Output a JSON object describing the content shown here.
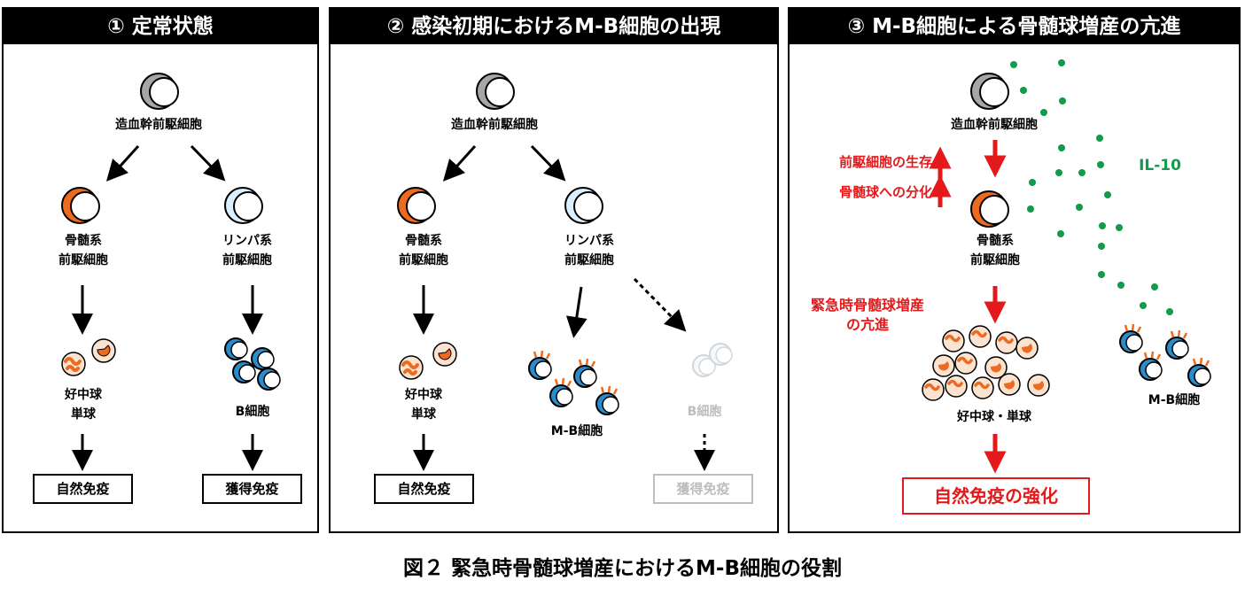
{
  "panels": [
    {
      "title": "① 定常状態",
      "labels": {
        "hsc": "造血幹前駆細胞",
        "myeloid": [
          "骨髄系",
          "前駆細胞"
        ],
        "lymphoid": [
          "リンパ系",
          "前駆細胞"
        ],
        "granulocyte": [
          "好中球",
          "単球"
        ],
        "bcell": "B細胞",
        "innate": "自然免疫",
        "acquired": "獲得免疫"
      }
    },
    {
      "title": "② 感染初期におけるM-B細胞の出現",
      "labels": {
        "hsc": "造血幹前駆細胞",
        "myeloid": [
          "骨髄系",
          "前駆細胞"
        ],
        "lymphoid": [
          "リンパ系",
          "前駆細胞"
        ],
        "granulocyte": [
          "好中球",
          "単球"
        ],
        "mb": "M-B細胞",
        "bcell": "B細胞",
        "innate": "自然免疫",
        "acquired": "獲得免疫"
      }
    },
    {
      "title": "③ M-B細胞による骨髄球増産の亢進",
      "labels": {
        "hsc": "造血幹前駆細胞",
        "survival": "前駆細胞の生存",
        "differentiation": "骨髄球への分化",
        "myeloid": [
          "骨髄系",
          "前駆細胞"
        ],
        "emergency": [
          "緊急時骨髄球増産",
          "の亢進"
        ],
        "granulocyte": "好中球・単球",
        "il10": "IL-10",
        "mb": "M-B細胞",
        "innate_enhanced": "自然免疫の強化"
      }
    }
  ],
  "caption": "図２ 緊急時骨髄球増産におけるM-B細胞の役割",
  "colors": {
    "accent_red": "#e3191b",
    "myeloid_orange": "#ed6a1f",
    "lymphoid_light": "#dcefff",
    "bcell_blue": "#2b8ccc",
    "il10_green": "#139a4a",
    "faded_gray": "#bdbdbd",
    "hsc_gray": "#a6a6a6"
  }
}
